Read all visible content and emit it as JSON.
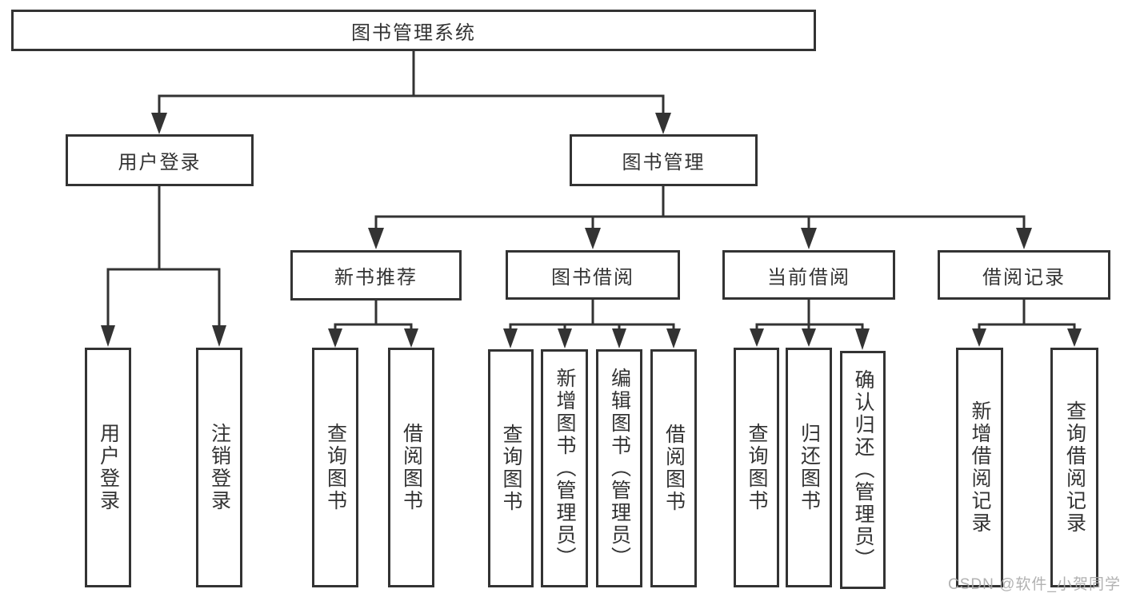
{
  "diagram": {
    "root": {
      "label": "图书管理系统"
    },
    "level2": [
      {
        "label": "用户登录"
      },
      {
        "label": "图书管理"
      }
    ],
    "level3": [
      {
        "label": "新书推荐"
      },
      {
        "label": "图书借阅"
      },
      {
        "label": "当前借阅"
      },
      {
        "label": "借阅记录"
      }
    ],
    "login_children": [
      "用户登录",
      "注销登录"
    ],
    "recommend_children": [
      "查询图书",
      "借阅图书"
    ],
    "borrow_children": [
      "查询图书",
      "新增图书（管理员）",
      "编辑图书（管理员）",
      "借阅图书"
    ],
    "current_children": [
      "查询图书",
      "归还图书",
      "确认归还（管理员）"
    ],
    "record_children": [
      "新增借阅记录",
      "查询借阅记录"
    ]
  },
  "colors": {
    "line": "#333333",
    "text": "#333333",
    "watermark": "#a8a8a8"
  },
  "watermark": {
    "text": "CSDN @软件_小贺同学"
  }
}
